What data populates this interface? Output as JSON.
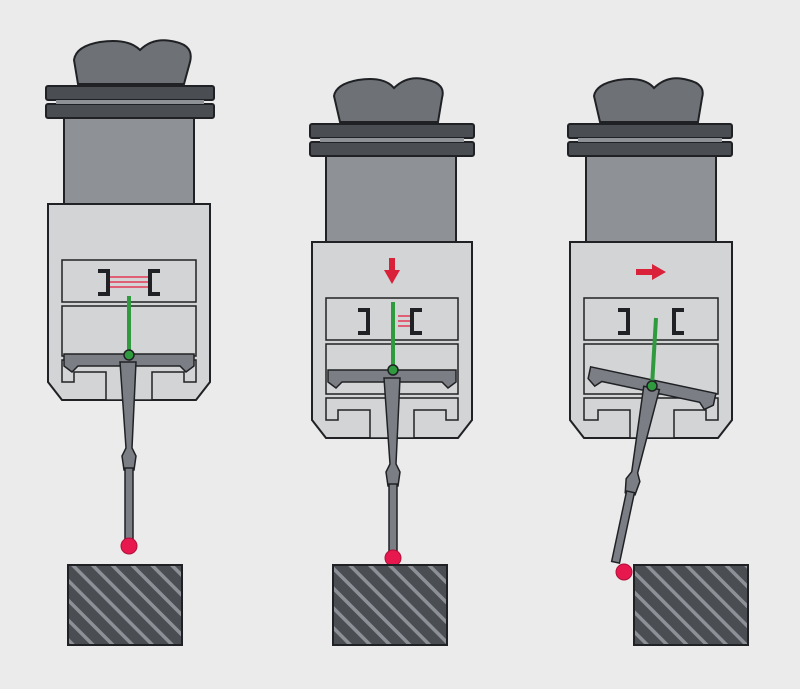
{
  "colors": {
    "background": "#ebebeb",
    "head_body": "#d3d4d6",
    "collar": "#8e9196",
    "cap": "#6e7277",
    "ring_dark": "#4a4e53",
    "stylus": "#7b7f85",
    "pivot_arm": "#2f9a3e",
    "contact_ball": "#e6184e",
    "signal_lines": "#e33a55",
    "arrow": "#d9213a",
    "workpiece": "#4a4d52",
    "outline": "#1f2124"
  },
  "panels": [
    {
      "state": "rest",
      "indicator": "none",
      "stylus_tilt_deg": 0
    },
    {
      "state": "vertical-deflection",
      "indicator": "arrow-down",
      "stylus_tilt_deg": 0
    },
    {
      "state": "lateral-deflection",
      "indicator": "arrow-right",
      "stylus_tilt_deg": -10
    }
  ],
  "icons": [
    "arrow-down-icon",
    "arrow-right-icon",
    "contact-ball-icon"
  ]
}
